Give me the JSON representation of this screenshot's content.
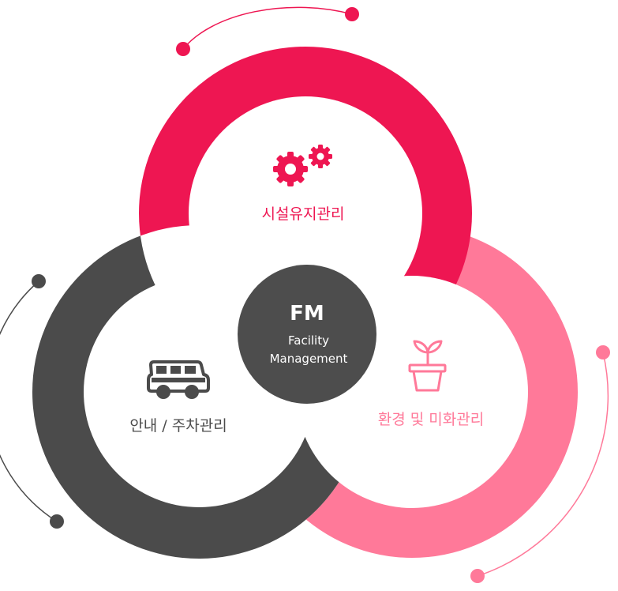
{
  "center": {
    "title": "FM",
    "subtitle_line1": "Facility",
    "subtitle_line2": "Management"
  },
  "segments": [
    {
      "key": "facility",
      "label": "시설유지관리",
      "icon": "gears-icon",
      "color": "#ee1652"
    },
    {
      "key": "environment",
      "label": "환경 및 미화관리",
      "icon": "plant-pot-icon",
      "color": "#ff7999"
    },
    {
      "key": "guide",
      "label": "안내 / 주차관리",
      "icon": "car-icon",
      "color": "#4b4b4b"
    }
  ],
  "colors": {
    "red": "#ee1652",
    "pink": "#ff7999",
    "dark": "#4b4b4b",
    "center": "#4d4d4d"
  }
}
